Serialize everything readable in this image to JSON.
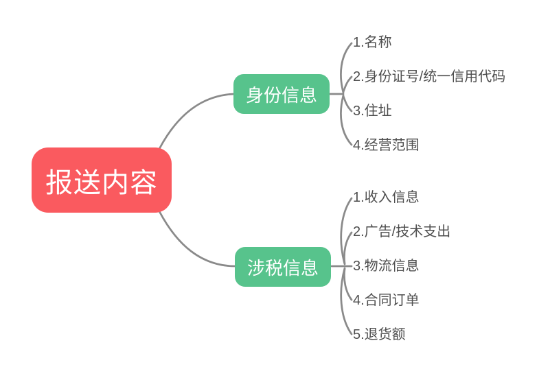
{
  "colors": {
    "canvas_bg": "#FFFFFF",
    "root_bg": "#FA5A5F",
    "root_text": "#FFFFFF",
    "branch_bg": "#57C38C",
    "branch_text": "#FFFFFF",
    "leaf_text": "#4E4E4E",
    "line": "#8A8A8A"
  },
  "tree": {
    "root": {
      "label": "报送内容"
    },
    "branches": [
      {
        "label": "身份信息",
        "children": [
          {
            "label": "1.名称"
          },
          {
            "label": "2.身份证号/统一信用代码"
          },
          {
            "label": "3.住址"
          },
          {
            "label": "4.经营范围"
          }
        ]
      },
      {
        "label": "涉税信息",
        "children": [
          {
            "label": "1.收入信息"
          },
          {
            "label": "2.广告/技术支出"
          },
          {
            "label": "3.物流信息"
          },
          {
            "label": "4.合同订单"
          },
          {
            "label": "5.退货额"
          }
        ]
      }
    ]
  }
}
